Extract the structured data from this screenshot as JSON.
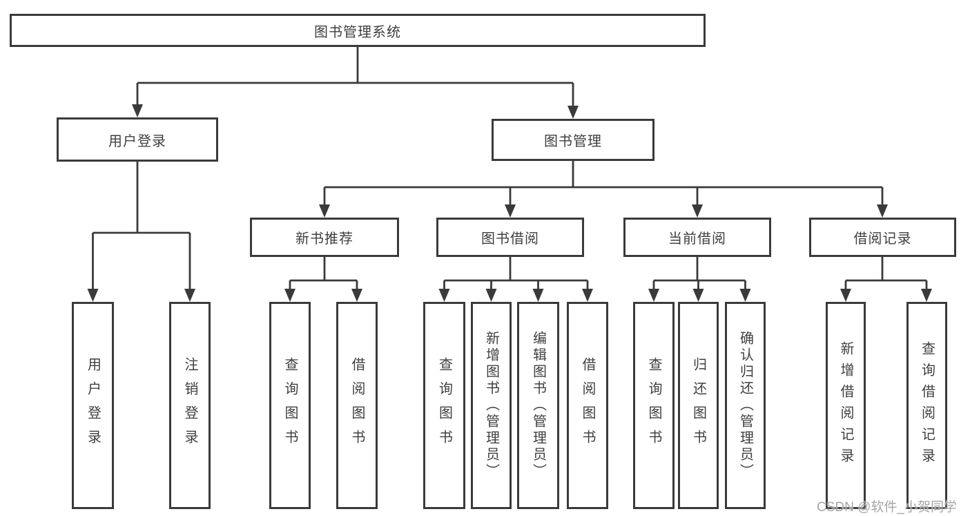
{
  "diagram": {
    "root": {
      "label": "图书管理系统"
    },
    "level2": [
      {
        "label": "用户登录"
      },
      {
        "label": "图书管理"
      }
    ],
    "level3": [
      {
        "label": "新书推荐"
      },
      {
        "label": "图书借阅"
      },
      {
        "label": "当前借阅"
      },
      {
        "label": "借阅记录"
      }
    ],
    "leaves": [
      {
        "label": "用户登录"
      },
      {
        "label": "注销登录"
      },
      {
        "label": "查询图书"
      },
      {
        "label": "借阅图书"
      },
      {
        "label": "查询图书"
      },
      {
        "label": "新增图书（管理员）"
      },
      {
        "label": "编辑图书（管理员）"
      },
      {
        "label": "借阅图书"
      },
      {
        "label": "查询图书"
      },
      {
        "label": "归还图书"
      },
      {
        "label": "确认归还（管理员）"
      },
      {
        "label": "新增借阅记录"
      },
      {
        "label": "查询借阅记录"
      }
    ],
    "watermark": "CSDN @软件_小贺同学",
    "colors": {
      "line": "#3a3a3a",
      "box_border": "#3a3a3a",
      "text": "#3f3f3f",
      "watermark": "#a5a5a5",
      "background": "#ffffff"
    }
  }
}
